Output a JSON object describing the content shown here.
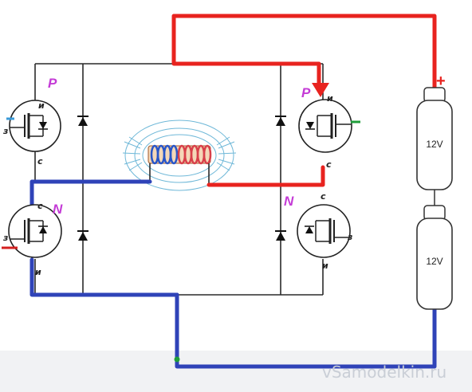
{
  "transistors": {
    "top_left": {
      "type_label": "P",
      "pin_top": "и",
      "pin_left": "з",
      "pin_bottom": "с"
    },
    "bottom_left": {
      "type_label": "N",
      "pin_top": "с",
      "pin_left": "з",
      "pin_bottom": "и"
    },
    "top_right": {
      "type_label": "P",
      "pin_top": "и",
      "pin_bottom": "с"
    },
    "bottom_right": {
      "type_label": "N",
      "pin_top": "с",
      "pin_right": "з",
      "pin_bottom": "и"
    }
  },
  "batteries": [
    {
      "label": "12V",
      "terminal_label": "+"
    },
    {
      "label": "12V"
    }
  ],
  "watermark": "vSamodelkin.ru",
  "colors": {
    "positive_current": "#e8231f",
    "negative_current": "#2f43b8",
    "transistor_label": "#c43bd6",
    "gate_signal_left_bottom": "#d42020",
    "gate_signal_right_top": "#1f9e3a",
    "coil_red": "#d8404a",
    "coil_blue": "#2855c8"
  }
}
